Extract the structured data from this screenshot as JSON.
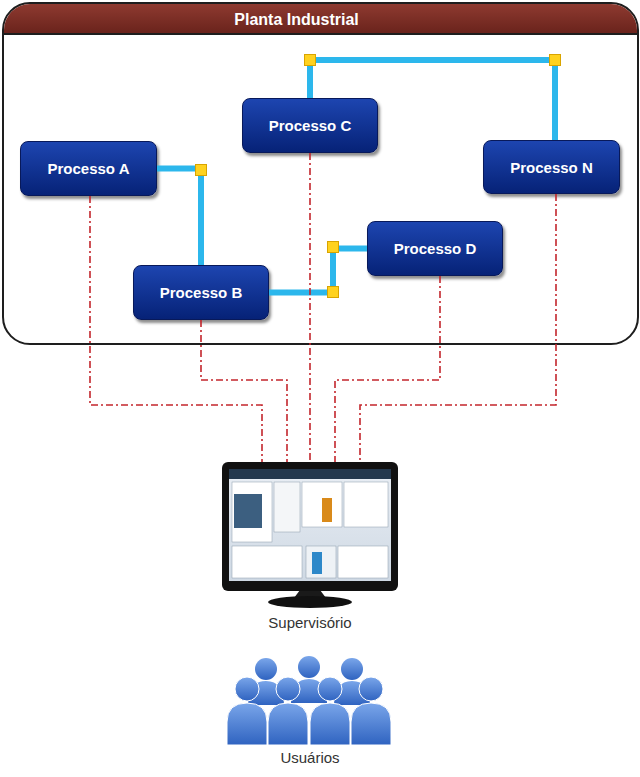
{
  "diagram": {
    "nodes": [
      {
        "text": [
          "Planta Industrial"
        ]
      },
      {
        "text": [
          "Processo A"
        ],
        "in": 0
      },
      {
        "text": [
          "Processo B"
        ],
        "in": 0
      },
      {
        "text": [
          "Processo C"
        ],
        "in": 0
      },
      {
        "text": [
          "Processo D"
        ],
        "in": 0
      },
      {
        "text": [
          "Processo N"
        ],
        "in": 0
      },
      {
        "text": [
          "Supervisório"
        ]
      },
      {
        "text": [
          "Usuários"
        ]
      }
    ],
    "edges": [
      {
        "from": 1,
        "to": 2,
        "arrow": "none"
      },
      {
        "from": 2,
        "to": 4,
        "arrow": "none"
      },
      {
        "from": 3,
        "to": 5,
        "arrow": "none"
      },
      {
        "from": 1,
        "to": 6,
        "arrow": "none"
      },
      {
        "from": 2,
        "to": 6,
        "arrow": "none"
      },
      {
        "from": 3,
        "to": 6,
        "arrow": "none"
      },
      {
        "from": 4,
        "to": 6,
        "arrow": "none"
      },
      {
        "from": 5,
        "to": 6,
        "arrow": "none"
      }
    ]
  }
}
